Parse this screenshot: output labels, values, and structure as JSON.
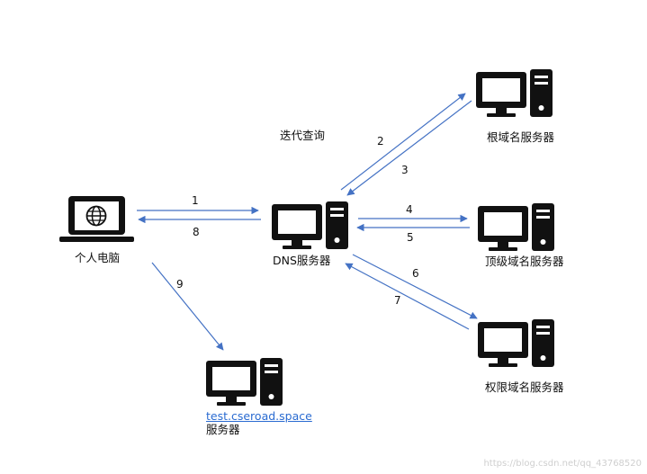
{
  "title": "迭代查询",
  "nodes": {
    "pc": {
      "label": "个人电脑",
      "icon": "laptop-globe-icon"
    },
    "dns": {
      "label": "DNS服务器",
      "icon": "desktop-computer-icon"
    },
    "root": {
      "label": "根域名服务器",
      "icon": "desktop-computer-icon"
    },
    "tld": {
      "label": "顶级域名服务器",
      "icon": "desktop-computer-icon"
    },
    "auth": {
      "label": "权限域名服务器",
      "icon": "desktop-computer-icon"
    },
    "target": {
      "link": "test.cseroad.space",
      "label": "服务器",
      "icon": "desktop-computer-icon"
    }
  },
  "steps": [
    "1",
    "2",
    "3",
    "4",
    "5",
    "6",
    "7",
    "8",
    "9"
  ],
  "colors": {
    "arrow": "#4472c4",
    "icon": "#111111",
    "link": "#2a6bd1"
  },
  "watermark": "https://blog.csdn.net/qq_43768520"
}
